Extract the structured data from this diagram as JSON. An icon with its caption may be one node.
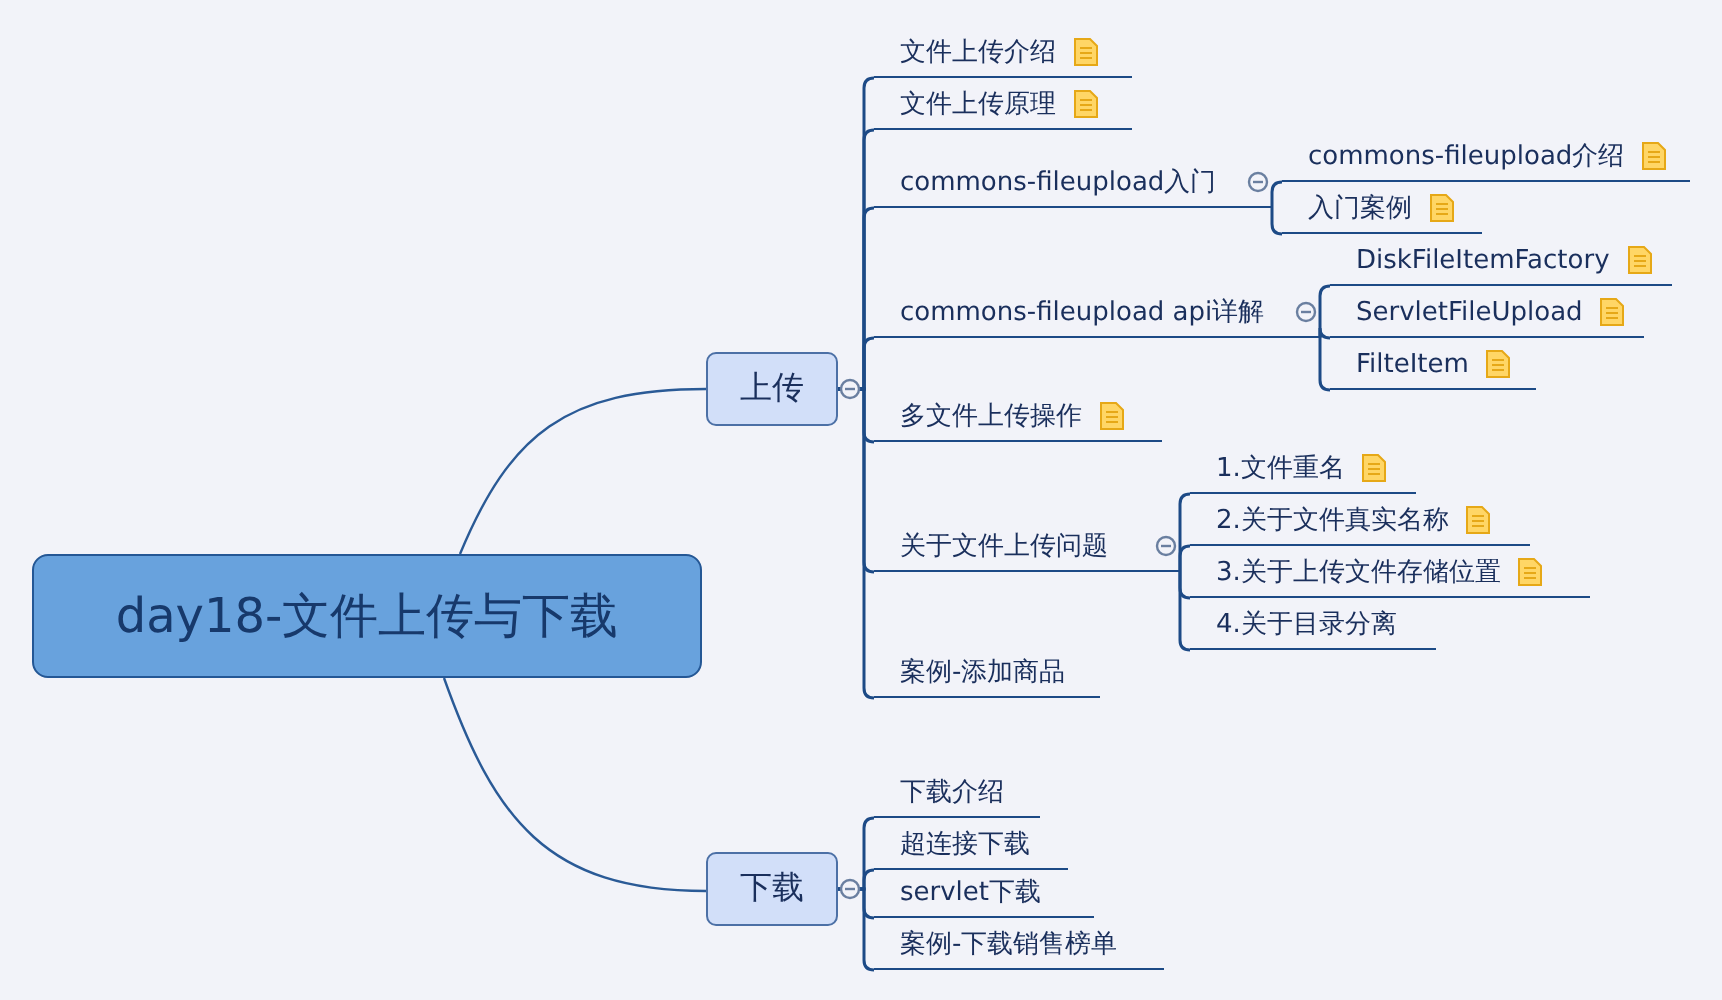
{
  "diagram": {
    "nodes": [
      {
        "text": [
          "day18-文件上传与下载"
        ]
      },
      {
        "text": [
          "上传"
        ]
      },
      {
        "text": [
          "文件上传介绍"
        ]
      },
      {
        "text": [
          "文件上传原理"
        ]
      },
      {
        "text": [
          "commons-fileupload入门"
        ]
      },
      {
        "text": [
          "commons-fileupload介绍"
        ]
      },
      {
        "text": [
          "入门案例"
        ]
      },
      {
        "text": [
          "commons-fileupload api详解"
        ]
      },
      {
        "text": [
          "DiskFileItemFactory"
        ]
      },
      {
        "text": [
          "ServletFileUpload"
        ]
      },
      {
        "text": [
          "FilteItem"
        ]
      },
      {
        "text": [
          "多文件上传操作"
        ]
      },
      {
        "text": [
          "关于文件上传问题"
        ]
      },
      {
        "text": [
          "1.文件重名"
        ]
      },
      {
        "text": [
          "2.关于文件真实名称"
        ]
      },
      {
        "text": [
          "3.关于上传文件存储位置"
        ]
      },
      {
        "text": [
          "4.关于目录分离"
        ]
      },
      {
        "text": [
          "案例-添加商品"
        ]
      },
      {
        "text": [
          "下载"
        ]
      },
      {
        "text": [
          "下载介绍"
        ]
      },
      {
        "text": [
          "超连接下载"
        ]
      },
      {
        "text": [
          "servlet下载"
        ]
      },
      {
        "text": [
          "案例-下载销售榜单"
        ]
      }
    ],
    "edges": [
      {
        "from": 0,
        "to": 1,
        "arrow": "none"
      },
      {
        "from": 1,
        "to": 2,
        "arrow": "none"
      },
      {
        "from": 1,
        "to": 3,
        "arrow": "none"
      },
      {
        "from": 1,
        "to": 4,
        "arrow": "none"
      },
      {
        "from": 4,
        "to": 5,
        "arrow": "none"
      },
      {
        "from": 4,
        "to": 6,
        "arrow": "none"
      },
      {
        "from": 1,
        "to": 7,
        "arrow": "none"
      },
      {
        "from": 7,
        "to": 8,
        "arrow": "none"
      },
      {
        "from": 7,
        "to": 9,
        "arrow": "none"
      },
      {
        "from": 7,
        "to": 10,
        "arrow": "none"
      },
      {
        "from": 1,
        "to": 11,
        "arrow": "none"
      },
      {
        "from": 1,
        "to": 12,
        "arrow": "none"
      },
      {
        "from": 12,
        "to": 13,
        "arrow": "none"
      },
      {
        "from": 12,
        "to": 14,
        "arrow": "none"
      },
      {
        "from": 12,
        "to": 15,
        "arrow": "none"
      },
      {
        "from": 12,
        "to": 16,
        "arrow": "none"
      },
      {
        "from": 1,
        "to": 17,
        "arrow": "none"
      },
      {
        "from": 0,
        "to": 18,
        "arrow": "none"
      },
      {
        "from": 18,
        "to": 19,
        "arrow": "none"
      },
      {
        "from": 18,
        "to": 20,
        "arrow": "none"
      },
      {
        "from": 18,
        "to": 21,
        "arrow": "none"
      },
      {
        "from": 18,
        "to": 22,
        "arrow": "none"
      }
    ]
  }
}
